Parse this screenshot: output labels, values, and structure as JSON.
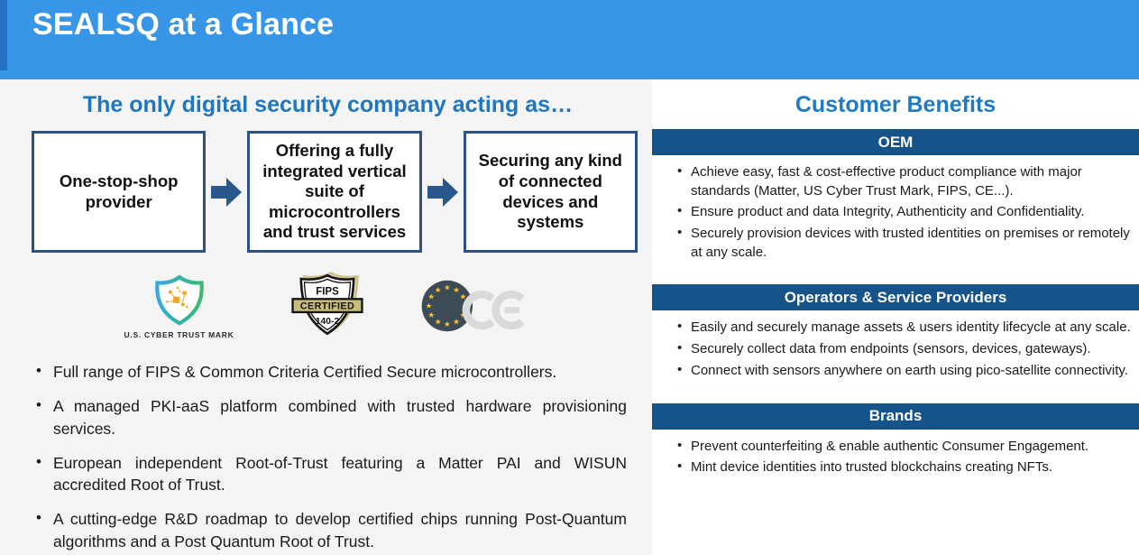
{
  "slide": {
    "title": "SEALSQ at a Glance"
  },
  "colors": {
    "header_blue": "#3896E8",
    "header_stripe": "#2472C4",
    "accent_blue": "#1F7AC4",
    "navy_bar": "#15538A",
    "box_border": "#2B5286",
    "left_background": "#F4F4F4",
    "fips_khaki": "#C9BC7B",
    "eu_circle": "#3C4B55",
    "star_gold": "#F2C230",
    "shield_gradient_start": "#35A8DF",
    "shield_gradient_end": "#3CBA71",
    "shield_dots_orange": "#F2A51F"
  },
  "left": {
    "headline": "The only digital security company acting as…",
    "flow_boxes": [
      "One-stop-shop provider",
      "Offering a fully integrated vertical suite of microcontrollers and trust services",
      "Securing any kind of connected devices and systems"
    ],
    "badges": {
      "cyber_trust_label": "U.S. CYBER TRUST MARK",
      "fips_top": "FIPS",
      "fips_banner": "CERTIFIED",
      "fips_bottom": "140-2"
    },
    "bullets": [
      "Full range of FIPS & Common Criteria Certified Secure microcontrollers.",
      "A managed PKI-aaS platform combined with trusted hardware provisioning services.",
      "European independent Root-of-Trust featuring a Matter PAI and WISUN accredited Root of Trust.",
      "A cutting-edge R&D roadmap to develop certified chips running Post-Quantum algorithms and a Post Quantum Root of Trust."
    ]
  },
  "right": {
    "title": "Customer Benefits",
    "sections": [
      {
        "header": "OEM",
        "bullets": [
          "Achieve easy, fast & cost-effective product compliance with major standards (Matter, US Cyber Trust Mark, FIPS, CE...).",
          "Ensure product and data Integrity, Authenticity and Confidentiality.",
          "Securely provision devices with trusted identities on premises or remotely at any scale."
        ]
      },
      {
        "header": "Operators & Service Providers",
        "bullets": [
          "Easily and securely manage assets & users identity lifecycle at any scale.",
          "Securely collect data from endpoints (sensors, devices, gateways).",
          "Connect with sensors anywhere on earth using pico-satellite connectivity."
        ]
      },
      {
        "header": "Brands",
        "bullets": [
          "Prevent counterfeiting & enable authentic Consumer Engagement.",
          "Mint device identities into trusted blockchains creating NFTs."
        ]
      }
    ]
  }
}
